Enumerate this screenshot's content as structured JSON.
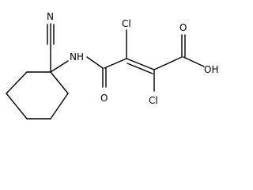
{
  "atoms": {
    "nitrile_n": "N",
    "amide_nh": "NH",
    "chloro_upper": "Cl",
    "chloro_lower": "Cl",
    "amide_o": "O",
    "acid_o": "O",
    "acid_oh": "OH"
  },
  "colors": {
    "bond": "#000000",
    "text": "#000000",
    "background": "#ffffff"
  }
}
